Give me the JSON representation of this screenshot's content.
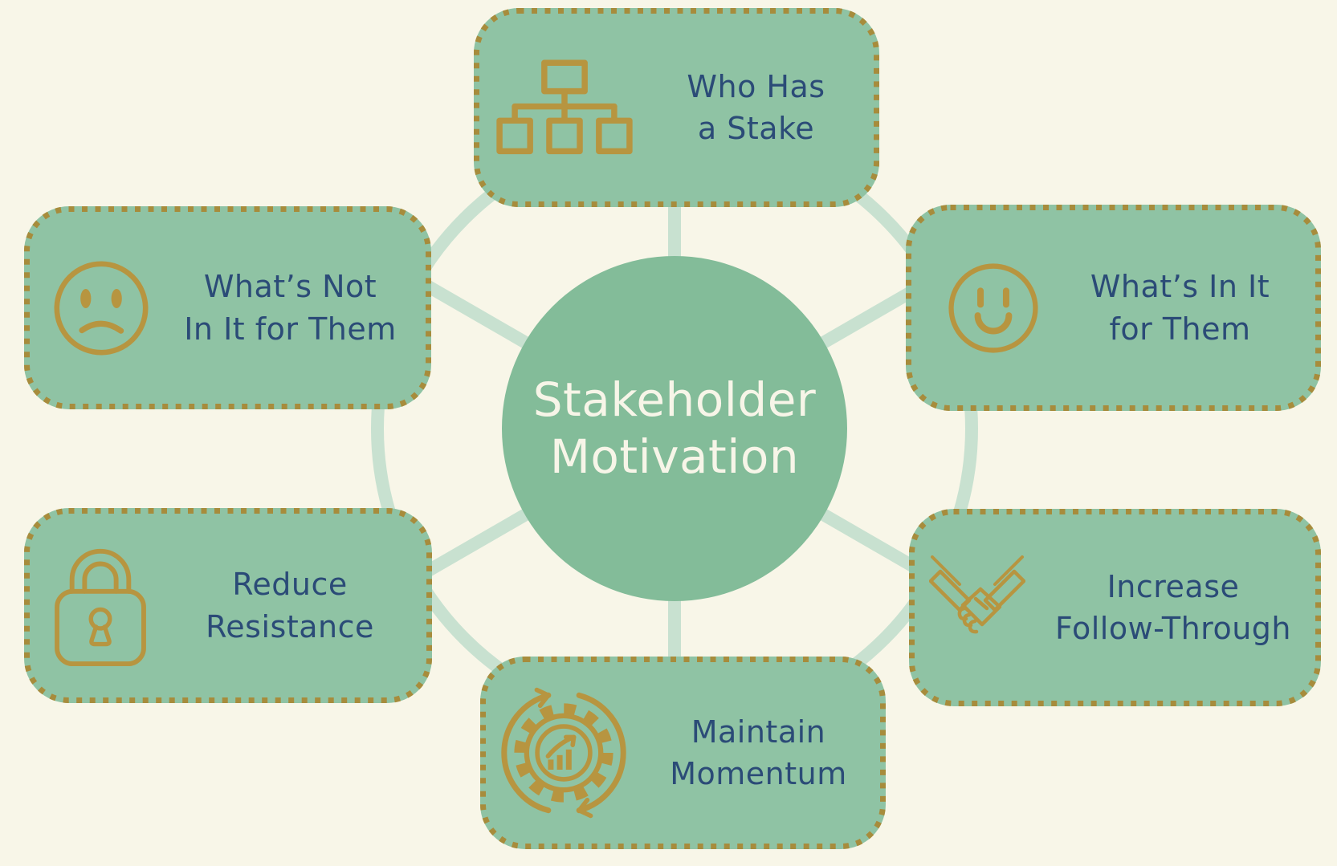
{
  "diagram_title": "Stakeholder Motivation",
  "center": {
    "line1": "Stakeholder",
    "line2": "Motivation"
  },
  "colors": {
    "background": "#f8f6e8",
    "box_fill": "#8fc3a4",
    "center_circle_fill": "#83bc99",
    "connector": "#c8e1d0",
    "dotted_border": "#a78c3c",
    "icon_gold": "#b79540",
    "label_navy": "#2b4b77",
    "center_text": "#f7f5e8"
  },
  "boxes": [
    {
      "id": "who-has-a-stake",
      "icon": "org-chart-icon",
      "line1": "Who Has",
      "line2": "a Stake"
    },
    {
      "id": "whats-in-it-for-them",
      "icon": "smiley-face-icon",
      "line1": "What’s In It",
      "line2": "for Them"
    },
    {
      "id": "increase-follow-through",
      "icon": "handshake-icon",
      "line1": "Increase",
      "line2": "Follow-Through"
    },
    {
      "id": "maintain-momentum",
      "icon": "gear-progress-icon",
      "line1": "Maintain",
      "line2": "Momentum"
    },
    {
      "id": "reduce-resistance",
      "icon": "padlock-icon",
      "line1": "Reduce",
      "line2": "Resistance"
    },
    {
      "id": "whats-not-in-it-for-them",
      "icon": "sad-face-icon",
      "line1": "What’s Not",
      "line2": "In It for Them"
    }
  ]
}
